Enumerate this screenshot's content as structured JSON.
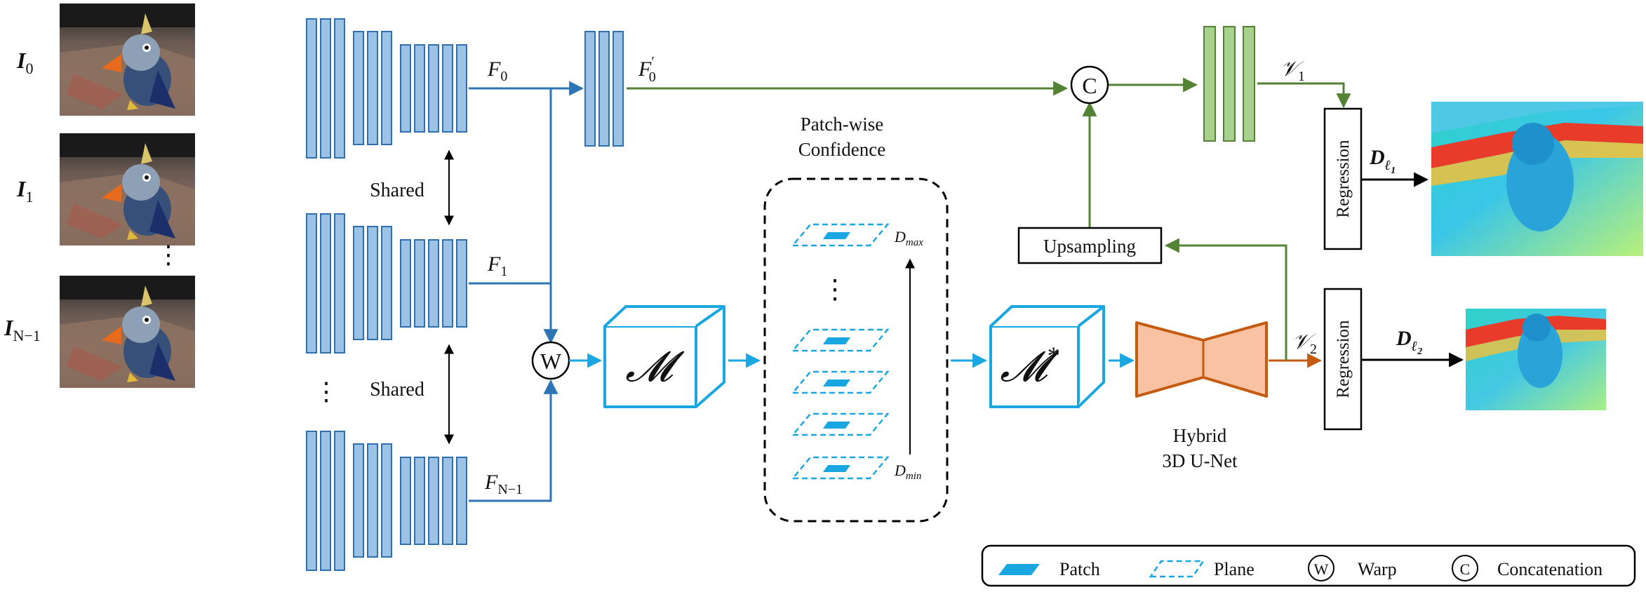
{
  "inputs": {
    "i0": {
      "base": "I",
      "sub": "0"
    },
    "i1": {
      "base": "I",
      "sub": "1"
    },
    "dots": "⋮",
    "in1": {
      "base": "I",
      "sub": "N−1"
    }
  },
  "features": {
    "f0": {
      "base": "F",
      "sub": "0"
    },
    "f1": {
      "base": "F",
      "sub": "1"
    },
    "fn1": {
      "base": "F",
      "sub": "N−1"
    },
    "f0p": {
      "base": "F",
      "prime": "′",
      "sub": "0"
    },
    "dots": "⋮"
  },
  "shared": [
    "Shared",
    "Shared"
  ],
  "confidence": {
    "line1": "Patch-wise",
    "line2": "Confidence"
  },
  "depth": {
    "max": {
      "base": "D",
      "sub": "max"
    },
    "min": {
      "base": "D",
      "sub": "min"
    },
    "dots": "⋮"
  },
  "volumes": {
    "m": "𝓜",
    "mstar": "𝓜",
    "star": "*"
  },
  "symbols": {
    "warp": "W",
    "concat": "C"
  },
  "unet": {
    "line1": "Hybrid",
    "line2": "3D U-Net"
  },
  "upsampling": "Upsampling",
  "regression": [
    "Regression",
    "Regression"
  ],
  "volume_labels": {
    "v1": {
      "base": "𝒱",
      "sub": "1"
    },
    "v2": {
      "base": "𝒱",
      "sub": "2"
    }
  },
  "outputs": {
    "d1": {
      "base": "D",
      "sub": "ℓ",
      "subsub": "1"
    },
    "d2": {
      "base": "D",
      "sub": "ℓ",
      "subsub": "2"
    }
  },
  "legend": {
    "patch": "Patch",
    "plane": "Plane",
    "warp_symbol": "W",
    "warp": "Warp",
    "concat_symbol": "C",
    "concat": "Concatenation"
  },
  "colors": {
    "encoder": "#9cc2e5",
    "encoder_stroke": "#2e6fb0",
    "green_block": "#a8d18d",
    "green_stroke": "#548235",
    "cyan": "#1aa6e0",
    "orange": "#f8c2a3",
    "orange_stroke": "#c55a11"
  }
}
